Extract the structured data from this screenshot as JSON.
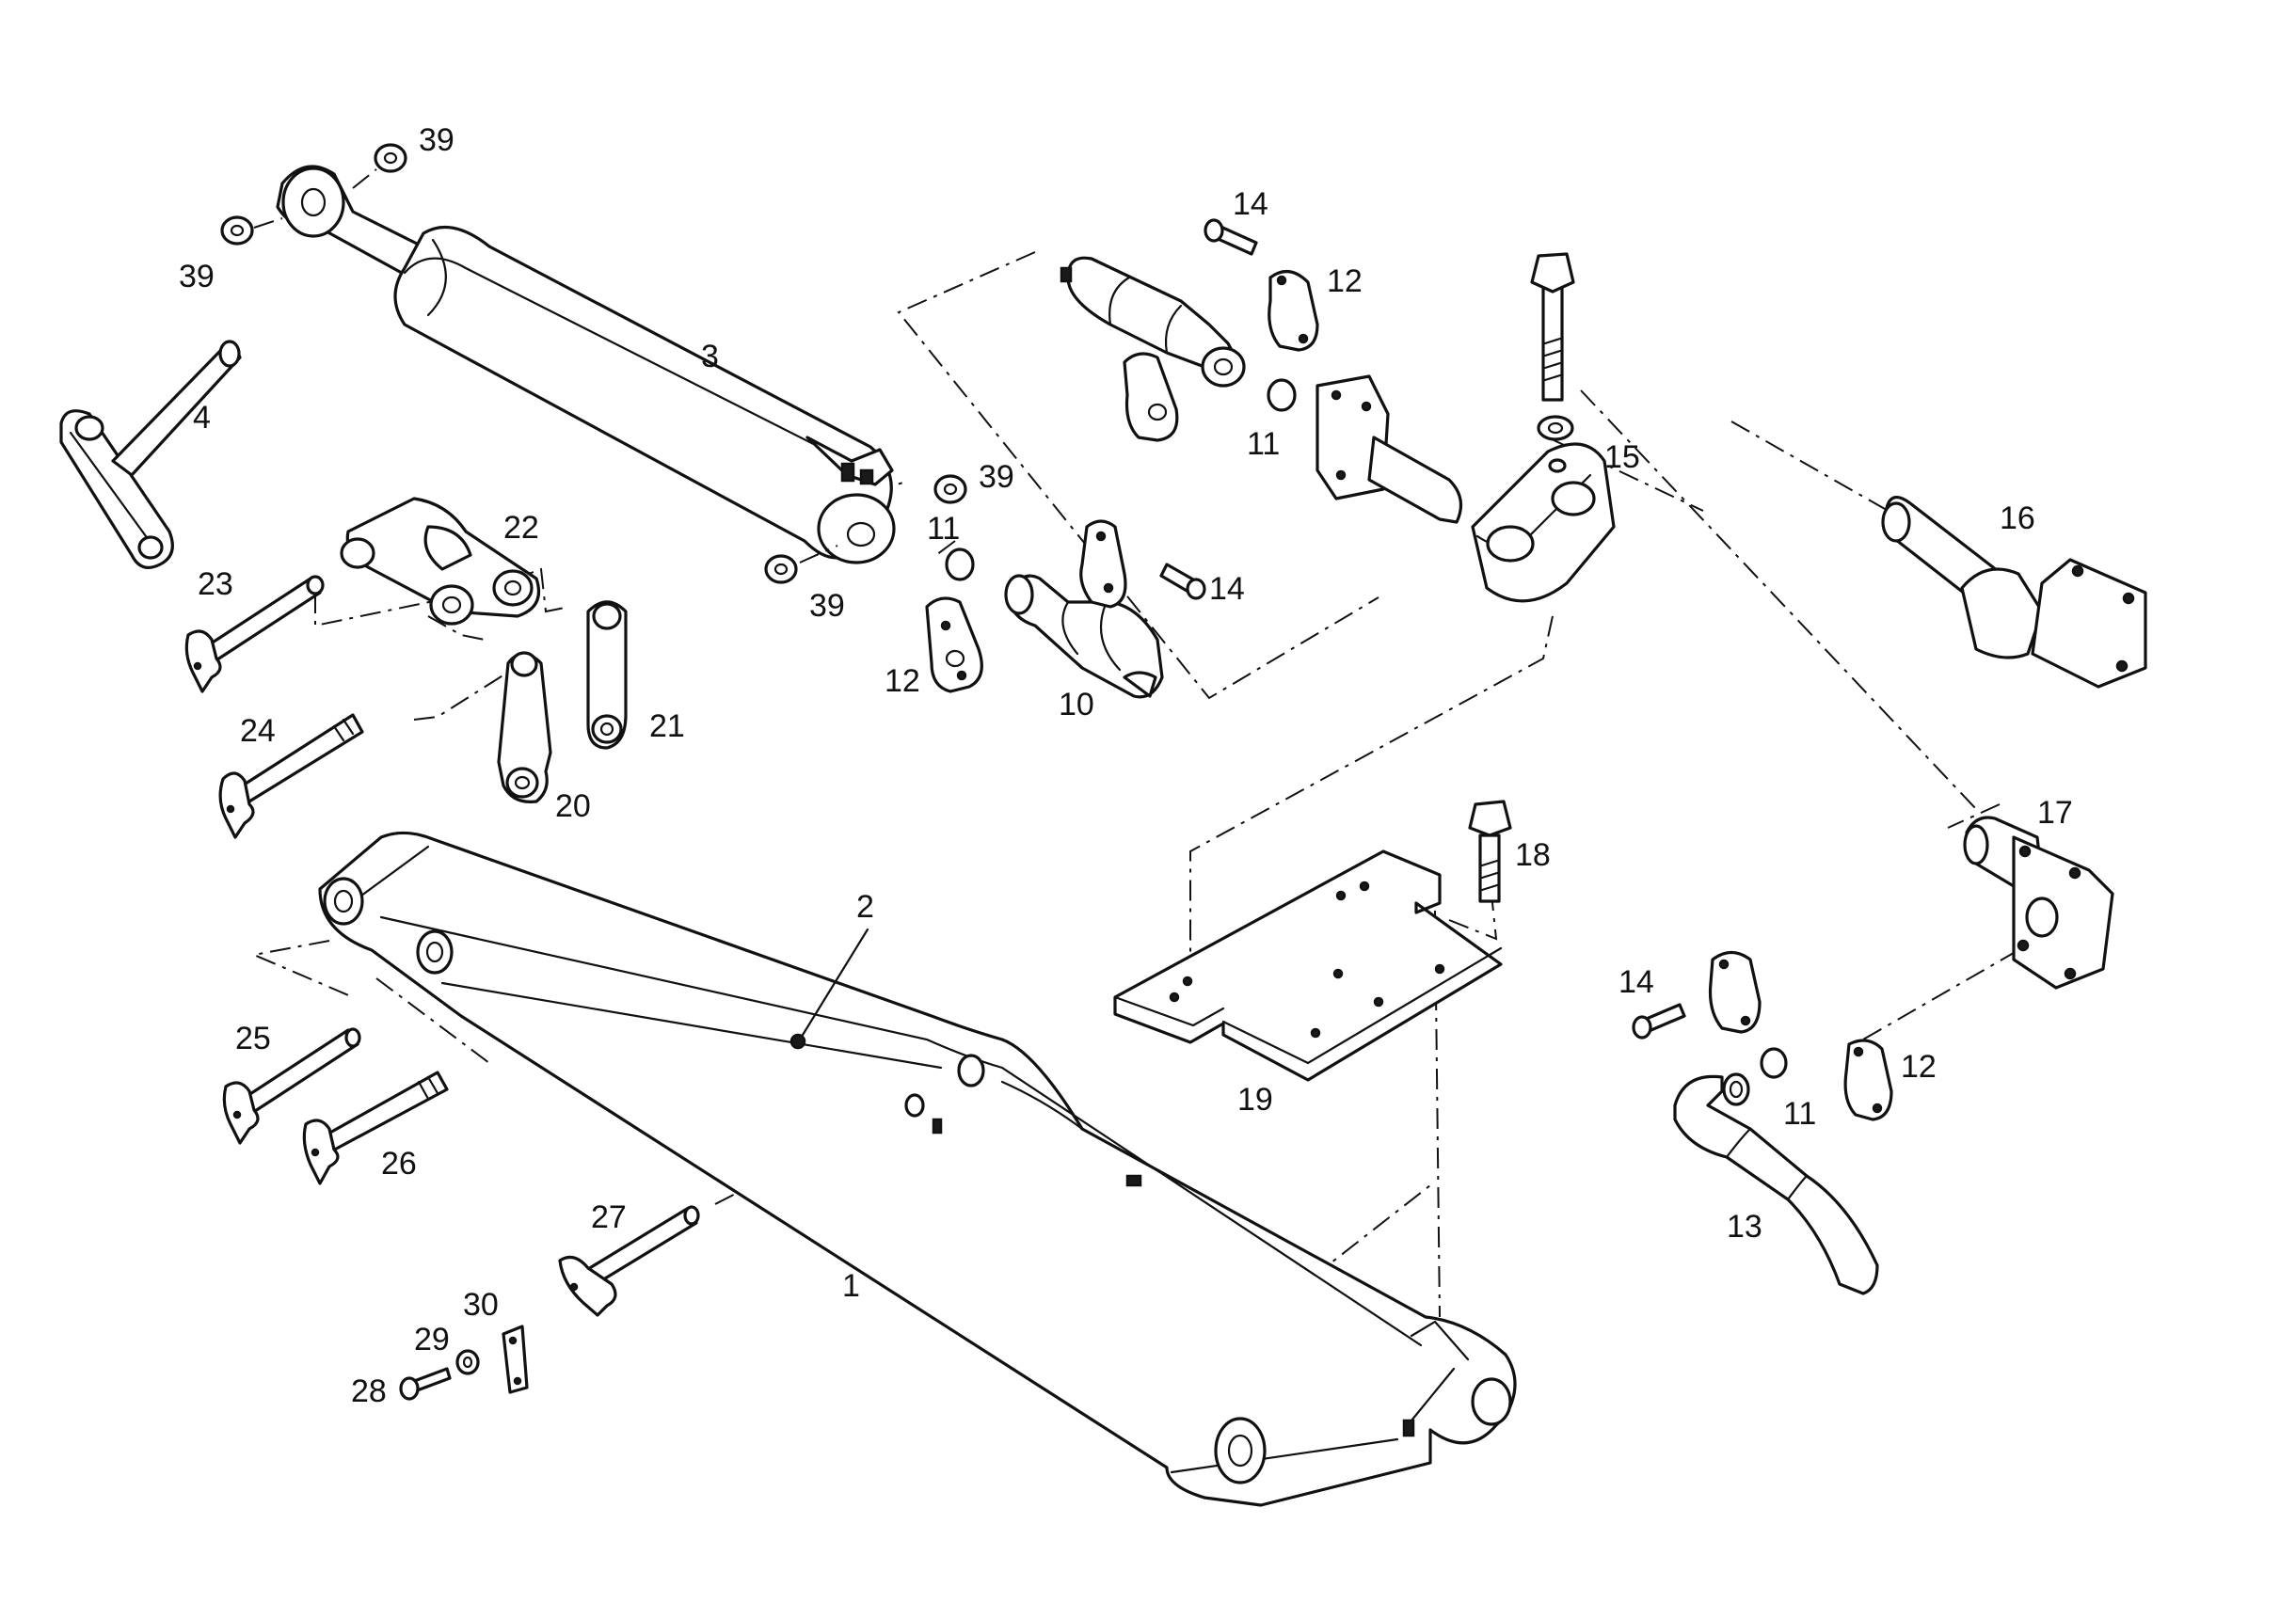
{
  "diagram": {
    "labels": {
      "p1": "1",
      "p2": "2",
      "p3": "3",
      "p4": "4",
      "p10": "10",
      "p11a": "11",
      "p11b": "11",
      "p11c": "11",
      "p12a": "12",
      "p12b": "12",
      "p12c": "12",
      "p13": "13",
      "p14a": "14",
      "p14b": "14",
      "p14c": "14",
      "p15": "15",
      "p16": "16",
      "p17": "17",
      "p18": "18",
      "p19": "19",
      "p20": "20",
      "p21": "21",
      "p22": "22",
      "p23": "23",
      "p24": "24",
      "p25": "25",
      "p26": "26",
      "p27": "27",
      "p28": "28",
      "p29": "29",
      "p30": "30",
      "p39a": "39",
      "p39b": "39",
      "p39c": "39",
      "p39d": "39"
    }
  }
}
